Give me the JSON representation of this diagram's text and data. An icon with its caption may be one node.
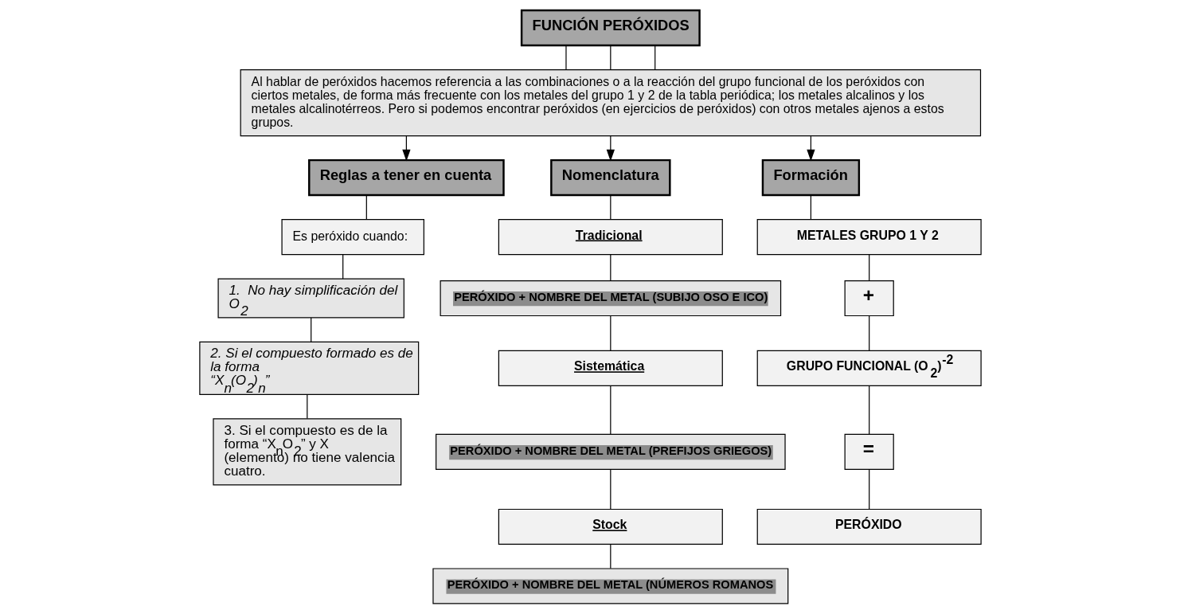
{
  "diagram": {
    "nodes": [
      {
        "text": [
          "FUNCIÓN PERÓXIDOS"
        ]
      },
      {
        "text": [
          "Al hablar de peróxidos hacemos referencia a las combinaciones o a la reacción del grupo funcional de los peróxidos con ciertos metales, de forma más frecuente con los metales del grupo 1 y 2 de la tabla periódica; los metales alcalinos y los metales alcalinotérreos. Pero si podemos encontrar peróxidos (en ejercicios de peróxidos) con otros metales ajenos a estos grupos."
        ]
      },
      {
        "text": [
          "Reglas a tener en cuenta"
        ]
      },
      {
        "text": [
          "Nomenclatura"
        ]
      },
      {
        "text": [
          "Formación"
        ]
      },
      {
        "text": [
          "Es peróxido cuando:"
        ]
      },
      {
        "text": [
          "1.  No hay simplificación del O$_{2}$"
        ]
      },
      {
        "text": [
          "2. Si el compuesto formado es de la forma “X$_{n}$(O$_{2}$)$_{n}$”"
        ]
      },
      {
        "text": [
          "3. Si el compuesto es de la forma “X$_{n}$O$_{2}$” y X (elemento) no tiene valencia cuatro."
        ]
      },
      {
        "text": [
          "Tradicional"
        ]
      },
      {
        "text": [
          "PERÓXIDO + NOMBRE DEL METAL (SUBIJO OSO E ICO)"
        ]
      },
      {
        "text": [
          "Sistemática"
        ]
      },
      {
        "text": [
          "PERÓXIDO + NOMBRE DEL METAL (PREFIJOS GRIEGOS)"
        ]
      },
      {
        "text": [
          "Stock"
        ]
      },
      {
        "text": [
          "PERÓXIDO + NOMBRE DEL METAL (NÚMEROS ROMANOS"
        ]
      },
      {
        "text": [
          "METALES GRUPO 1 Y 2"
        ]
      },
      {
        "text": [
          "+"
        ]
      },
      {
        "text": [
          "GRUPO FUNCIONAL (O$_{2}$)$^{-2}$"
        ]
      },
      {
        "text": [
          "="
        ]
      },
      {
        "text": [
          "PERÓXIDO"
        ]
      }
    ],
    "edges": [
      {
        "from": 0,
        "to": 1,
        "arrow": "none"
      },
      {
        "from": 0,
        "to": 1,
        "arrow": "none"
      },
      {
        "from": 0,
        "to": 1,
        "arrow": "none"
      },
      {
        "from": 1,
        "to": 2,
        "arrow": "to"
      },
      {
        "from": 1,
        "to": 3,
        "arrow": "to"
      },
      {
        "from": 1,
        "to": 4,
        "arrow": "to"
      },
      {
        "from": 2,
        "to": 5,
        "arrow": "none"
      },
      {
        "from": 5,
        "to": 6,
        "arrow": "none"
      },
      {
        "from": 6,
        "to": 7,
        "arrow": "none"
      },
      {
        "from": 7,
        "to": 8,
        "arrow": "none"
      },
      {
        "from": 3,
        "to": 9,
        "arrow": "none"
      },
      {
        "from": 9,
        "to": 10,
        "arrow": "none"
      },
      {
        "from": 10,
        "to": 11,
        "arrow": "none"
      },
      {
        "from": 11,
        "to": 12,
        "arrow": "none"
      },
      {
        "from": 12,
        "to": 13,
        "arrow": "none"
      },
      {
        "from": 13,
        "to": 14,
        "arrow": "none"
      },
      {
        "from": 4,
        "to": 15,
        "arrow": "none"
      },
      {
        "from": 15,
        "to": 16,
        "arrow": "none"
      },
      {
        "from": 16,
        "to": 17,
        "arrow": "none"
      },
      {
        "from": 17,
        "to": 18,
        "arrow": "none"
      },
      {
        "from": 18,
        "to": 19,
        "arrow": "none"
      }
    ]
  }
}
